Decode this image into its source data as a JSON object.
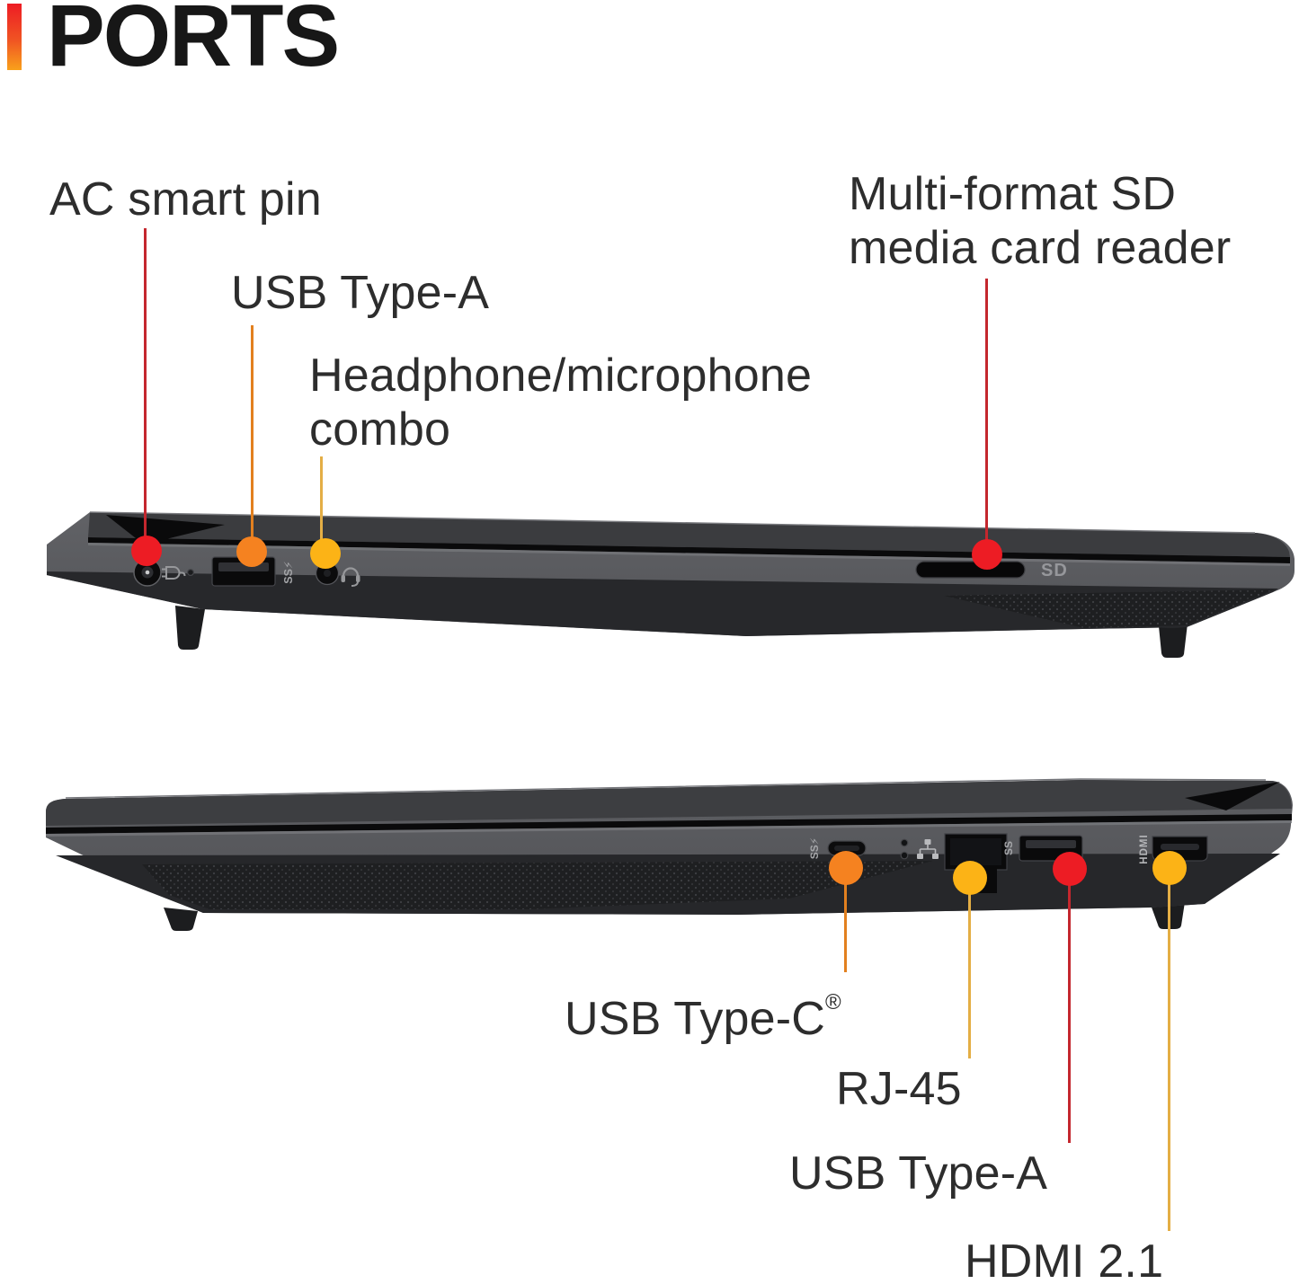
{
  "header": {
    "title": "PORTS"
  },
  "palette": {
    "accent_bar_top": "#ed1c24",
    "accent_bar_bottom": "#f9a11b",
    "heading_text": "#171717",
    "label_text": "#2d2d2d",
    "dot_red": "#ed1c24",
    "dot_orange": "#f58220",
    "dot_gold": "#fcb316",
    "line_red": "#c4272e",
    "line_orange": "#e2801f",
    "line_gold": "#e4ae45",
    "laptop_body_gray": "#595a5e",
    "laptop_underside": "#27282a"
  },
  "top_laptop": {
    "callouts": [
      {
        "label": "AC smart pin",
        "color": "red"
      },
      {
        "label": "USB Type-A",
        "color": "orange"
      },
      {
        "line1": "Headphone/microphone",
        "line2": "combo",
        "color": "gold"
      },
      {
        "line1": "Multi-format SD",
        "line2": "media card reader",
        "color": "red"
      }
    ],
    "markings": {
      "sd_slot": "SD",
      "usb_a_icon": "SS⚡"
    }
  },
  "bottom_laptop": {
    "callouts": [
      {
        "label": "USB Type-C",
        "suffix": "®",
        "color": "orange"
      },
      {
        "label": "RJ-45",
        "color": "gold"
      },
      {
        "label": "USB Type-A",
        "color": "red"
      },
      {
        "label": "HDMI 2.1",
        "color": "gold"
      }
    ],
    "markings": {
      "usb_c_icon": "SS⚡",
      "usb_a_icon": "SS",
      "hdmi_port": "HDMI"
    }
  }
}
